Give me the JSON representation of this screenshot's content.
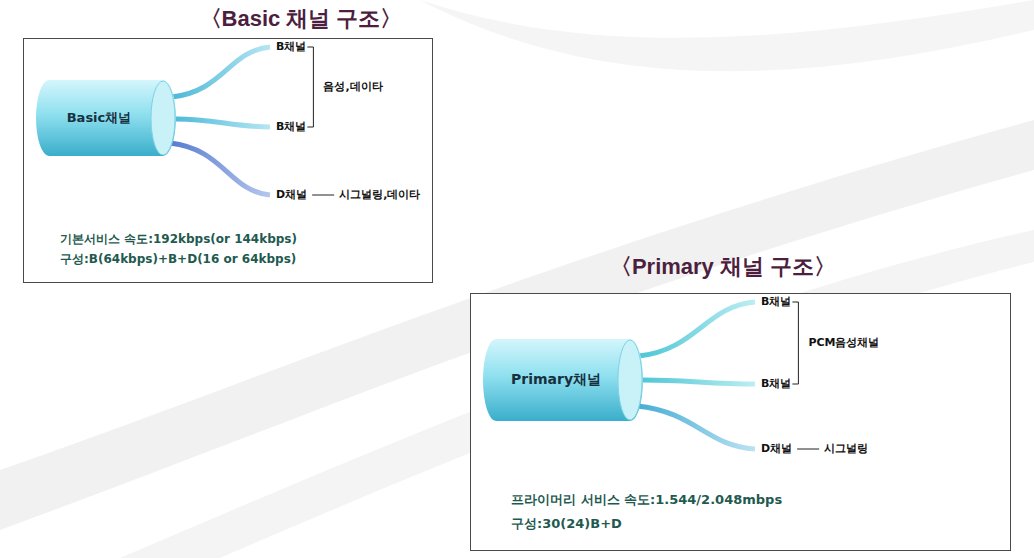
{
  "diagram": {
    "nodes": [
      {
        "text": [
          "〈Basic 채널 구조〉"
        ]
      },
      {
        "text": [
          "Basic채널"
        ],
        "in": 0
      },
      {
        "text": [
          "〈Primary 채널 구조〉"
        ]
      },
      {
        "text": [
          "Primary채널"
        ],
        "in": 2
      }
    ],
    "labels": [
      "B채널",
      "B채널",
      "음성,데이타",
      "D채널",
      "시그널링,데이타",
      "기본서비스 속도:192kbps(or 144kbps)",
      "구성:B(64kbps)+B+D(16 or 64kbps)",
      "B채널",
      "B채널",
      "PCM음성채널",
      "D채널",
      "시그널링",
      "프라이머리 서비스 속도:1.544/2.048mbps",
      "구성:30(24)B+D"
    ]
  }
}
